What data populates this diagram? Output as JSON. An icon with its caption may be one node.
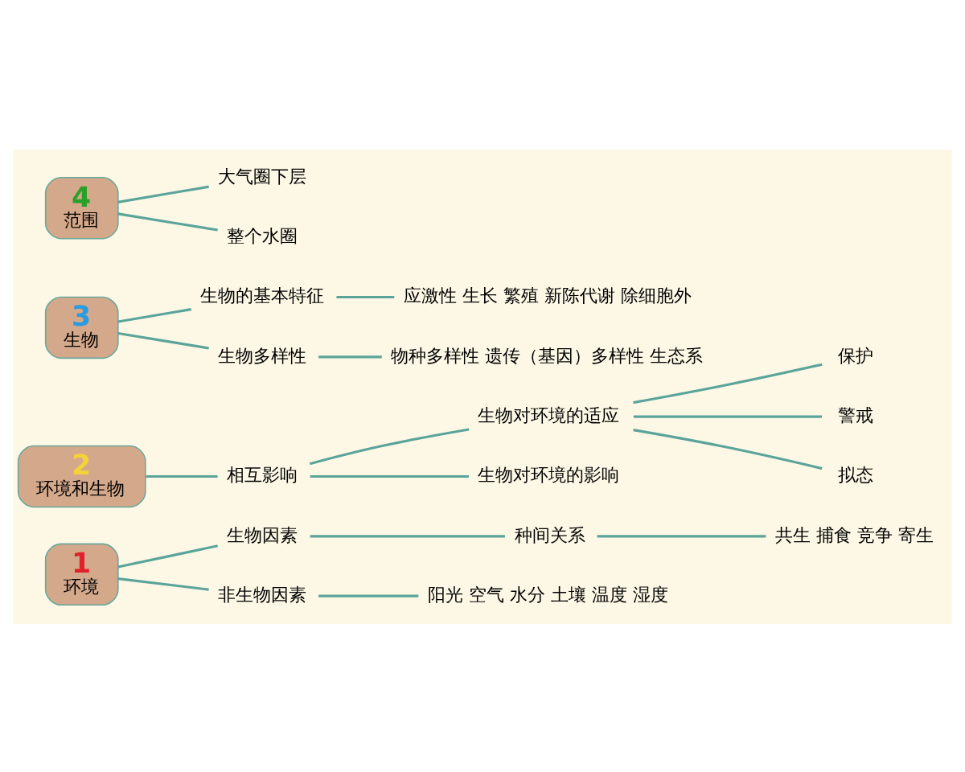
{
  "diagram": {
    "nodes": [
      {
        "text": [
          "1",
          "环境"
        ]
      },
      {
        "text": [
          "生物因素"
        ]
      },
      {
        "text": [
          "种间关系"
        ]
      },
      {
        "text": [
          "共生 捕食 竞争 寄生"
        ]
      },
      {
        "text": [
          "非生物因素"
        ]
      },
      {
        "text": [
          "阳光 空气 水分 土壤 温度 湿度"
        ]
      },
      {
        "text": [
          "2",
          "环境和生物"
        ]
      },
      {
        "text": [
          "相互影响"
        ]
      },
      {
        "text": [
          "生物对环境的适应"
        ]
      },
      {
        "text": [
          "保护"
        ]
      },
      {
        "text": [
          "警戒"
        ]
      },
      {
        "text": [
          "拟态"
        ]
      },
      {
        "text": [
          "生物对环境的影响"
        ]
      },
      {
        "text": [
          "3",
          "生物"
        ]
      },
      {
        "text": [
          "生物的基本特征"
        ]
      },
      {
        "text": [
          "应激性 生长 繁殖 新陈代谢 除细胞外"
        ]
      },
      {
        "text": [
          "生物多样性"
        ]
      },
      {
        "text": [
          "物种多样性 遗传（基因）多样性 生态系"
        ]
      },
      {
        "text": [
          "4",
          "范围"
        ]
      },
      {
        "text": [
          "大气圈下层"
        ]
      },
      {
        "text": [
          "整个水圈"
        ]
      }
    ],
    "edges": [
      {
        "from": 0,
        "to": 1,
        "arrow": "none"
      },
      {
        "from": 1,
        "to": 2,
        "arrow": "none"
      },
      {
        "from": 2,
        "to": 3,
        "arrow": "none"
      },
      {
        "from": 0,
        "to": 4,
        "arrow": "none"
      },
      {
        "from": 4,
        "to": 5,
        "arrow": "none"
      },
      {
        "from": 6,
        "to": 7,
        "arrow": "none"
      },
      {
        "from": 7,
        "to": 8,
        "arrow": "none"
      },
      {
        "from": 8,
        "to": 9,
        "arrow": "none"
      },
      {
        "from": 8,
        "to": 10,
        "arrow": "none"
      },
      {
        "from": 8,
        "to": 11,
        "arrow": "none"
      },
      {
        "from": 7,
        "to": 12,
        "arrow": "none"
      },
      {
        "from": 13,
        "to": 14,
        "arrow": "none"
      },
      {
        "from": 14,
        "to": 15,
        "arrow": "none"
      },
      {
        "from": 13,
        "to": 16,
        "arrow": "none"
      },
      {
        "from": 16,
        "to": 17,
        "arrow": "none"
      },
      {
        "from": 18,
        "to": 19,
        "arrow": "none"
      },
      {
        "from": 18,
        "to": 20,
        "arrow": "none"
      }
    ]
  }
}
